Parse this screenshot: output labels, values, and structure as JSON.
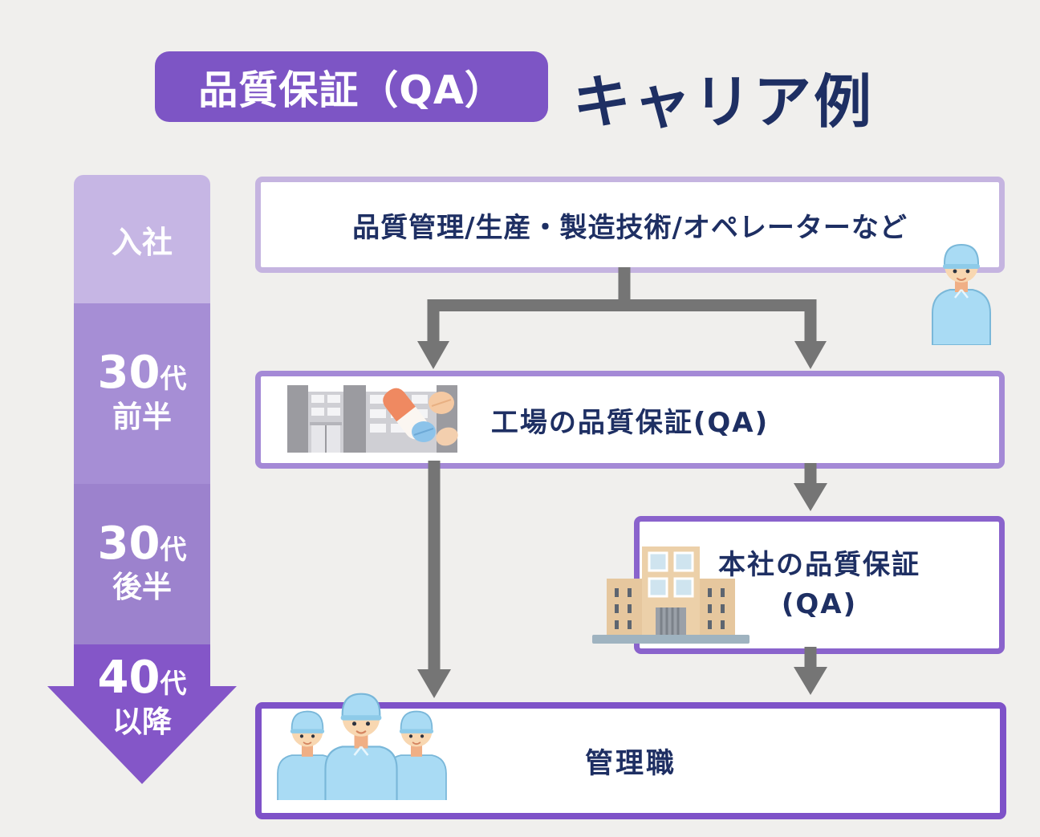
{
  "page": {
    "background": "#f0efed",
    "text_color": "#1e2f63",
    "arrow_color": "#757575"
  },
  "header": {
    "badge_label": "品質保証（QA）",
    "badge_bg": "#7d55c5",
    "title": "キャリア例"
  },
  "timeline": {
    "direction": "down-arrow",
    "segments": [
      {
        "line1": "入社",
        "color": "#c6b6e4"
      },
      {
        "num": "30",
        "unit": "代",
        "line2": "前半",
        "color": "#a68ed5"
      },
      {
        "num": "30",
        "unit": "代",
        "line2": "後半",
        "color": "#9c82cd"
      },
      {
        "num": "40",
        "unit": "代",
        "line2": "以降",
        "color": "#8456c8"
      }
    ]
  },
  "flow": {
    "boxes": [
      {
        "id": "start",
        "label": "品質管理/生産・製造技術/オペレーターなど",
        "border_color": "#c5b4e0",
        "icon": "worker-icon"
      },
      {
        "id": "factory-qa",
        "label": "工場の品質保証(QA)",
        "border_color": "#a489d6",
        "icon": "factory-pills-icon"
      },
      {
        "id": "hq-qa",
        "label": "本社の品質保証",
        "label_line2": "(QA)",
        "border_color": "#8a63cc",
        "icon": "office-building-icon"
      },
      {
        "id": "management",
        "label": "管理職",
        "border_color": "#7e52c8",
        "icon": "workers-group-icon"
      }
    ],
    "connections": [
      {
        "from": "start",
        "to": "factory-qa",
        "type": "branch-double-arrow"
      },
      {
        "from": "factory-qa",
        "to": "management",
        "type": "long-arrow-left"
      },
      {
        "from": "factory-qa",
        "to": "hq-qa",
        "type": "short-arrow"
      },
      {
        "from": "hq-qa",
        "to": "management",
        "type": "short-arrow"
      }
    ]
  }
}
